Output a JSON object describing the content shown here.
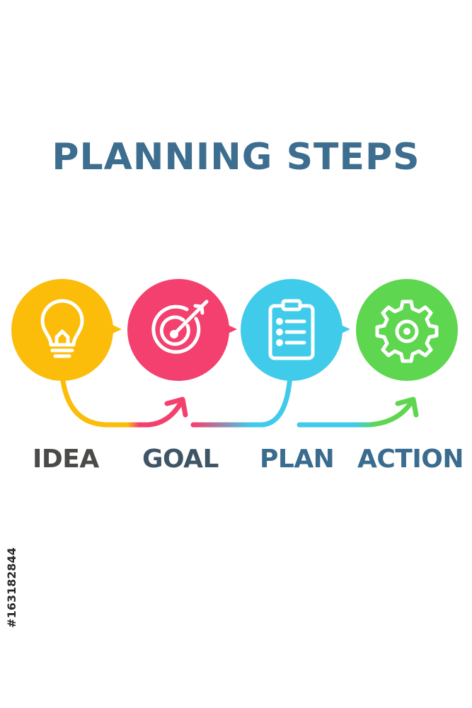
{
  "title": "PLANNING STEPS",
  "steps": [
    {
      "label": "IDEA",
      "icon": "lightbulb-icon",
      "color": "#fbbc0a",
      "label_color": "#4a4a48"
    },
    {
      "label": "GOAL",
      "icon": "target-icon",
      "color": "#f4406e",
      "label_color": "#3f5566"
    },
    {
      "label": "PLAN",
      "icon": "clipboard-checklist-icon",
      "color": "#40cbea",
      "label_color": "#3a6c8f"
    },
    {
      "label": "ACTION",
      "icon": "gear-icon",
      "color": "#5fd64f",
      "label_color": "#3a6c8f"
    }
  ],
  "watermark": "#163182844"
}
